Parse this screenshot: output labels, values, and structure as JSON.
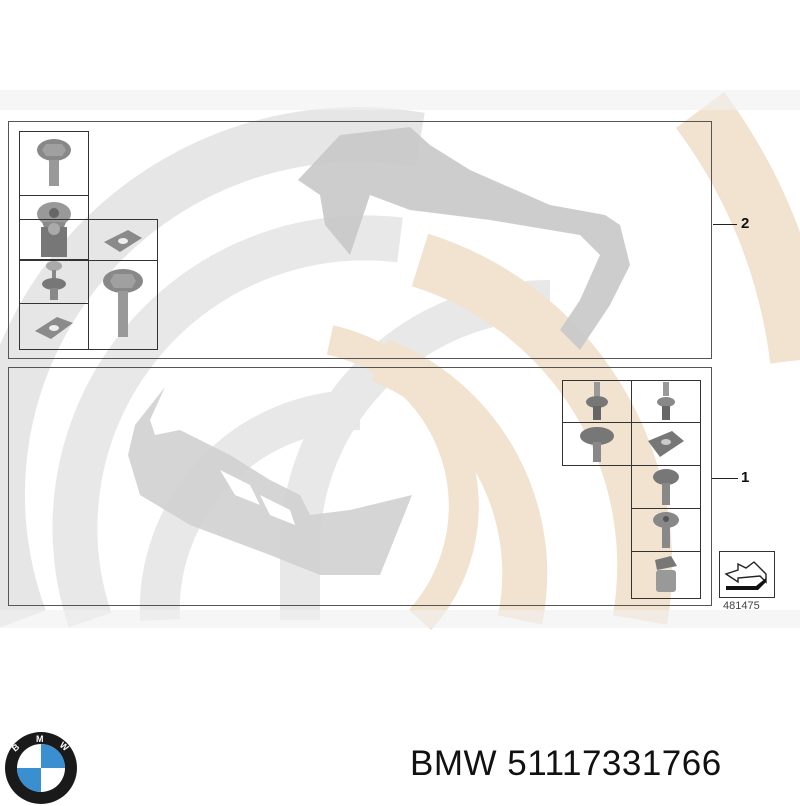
{
  "diagram": {
    "callouts": [
      {
        "number": "2",
        "label": "rear bumper kit"
      },
      {
        "number": "1",
        "label": "front bumper kit"
      }
    ],
    "diagram_number": "481475",
    "sections": [
      {
        "id": "rear",
        "part": "rear-bumper",
        "fasteners": [
          "hex-flange-bolt-short",
          "expansion-rivet",
          "clip-nut",
          "spring-nut",
          "push-rivet",
          "hex-flange-bolt-long",
          "clip-nut-2"
        ]
      },
      {
        "id": "front",
        "part": "front-bumper",
        "fasteners": [
          "expanding-rivet",
          "expanding-rivet-2",
          "flange-screw",
          "spring-nut",
          "hex-screw",
          "torx-screw",
          "clip-nut"
        ]
      }
    ]
  },
  "caption": {
    "brand": "BMW",
    "part_number": "51117331766",
    "full_text": "BMW 51117331766"
  },
  "colors": {
    "watermark_grey": "#e4e4e4",
    "watermark_tan": "#f1e1cd",
    "bumper_grey": "#c9c9c9",
    "logo_blue": "#3a8fd0"
  }
}
